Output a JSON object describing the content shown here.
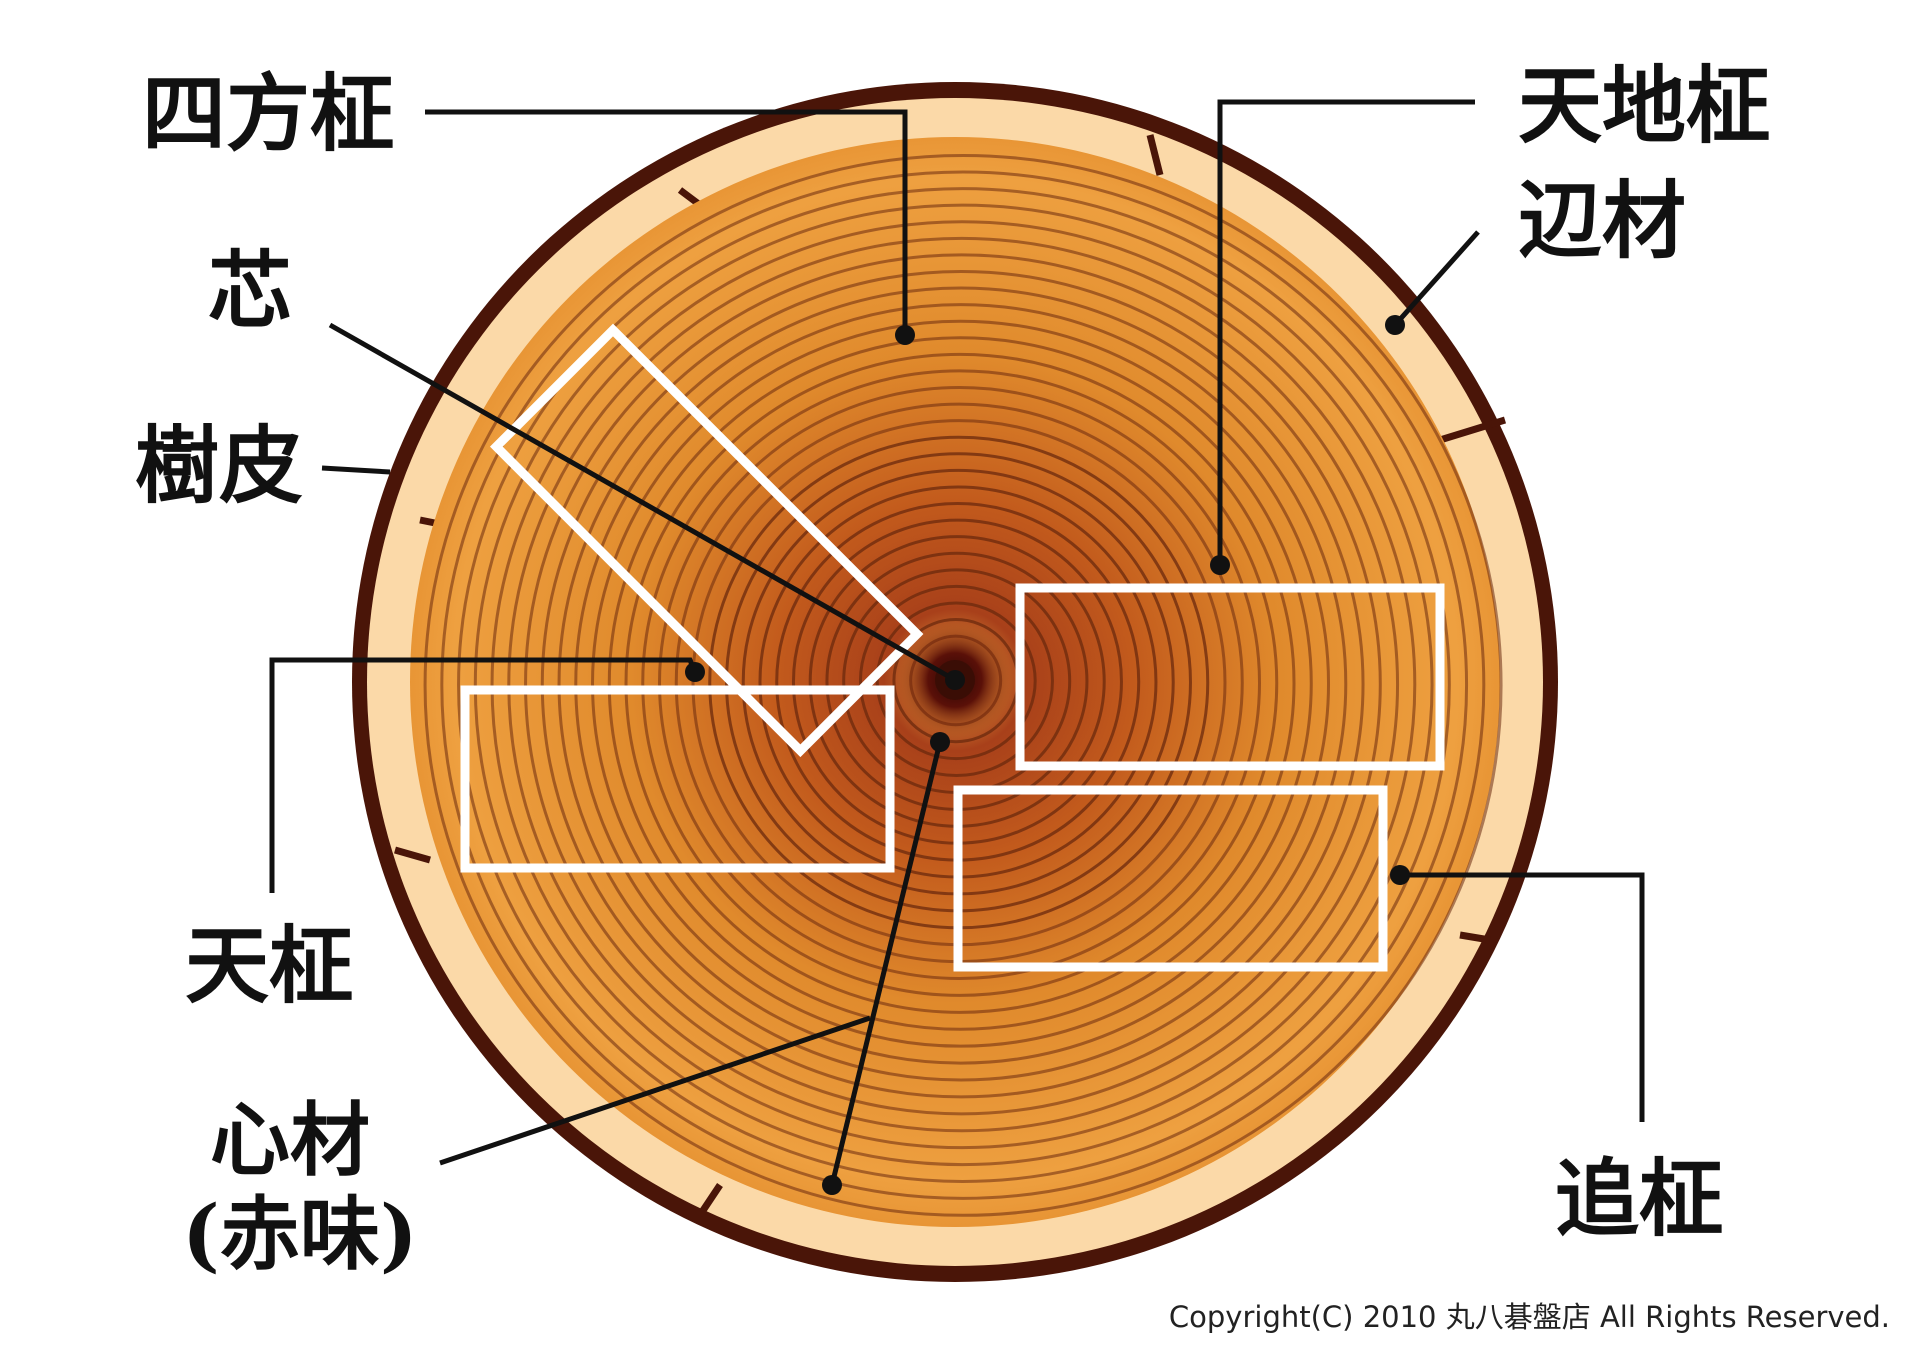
{
  "labels": {
    "shihou_masa": "四方柾",
    "tenchi_masa": "天地柾",
    "shin": "芯",
    "henzai": "辺材",
    "juhi": "樹皮",
    "ten_masa": "天柾",
    "shinzai": "心材",
    "akami": "(赤味)",
    "oi_masa": "追柾"
  },
  "copyright": "Copyright(C) 2010 丸八碁盤店 All Rights Reserved.",
  "colors": {
    "bark": "#4a1508",
    "sapwood": "#fbd9a8",
    "heartwood_outer": "#e8952e",
    "heartwood_mid": "#c9661d",
    "heartwood_inner": "#8b2d10",
    "ring_line": "#6b2a0e",
    "pith": "#3a0d05",
    "cut_outline": "#ffffff",
    "leader_line": "#111111"
  }
}
